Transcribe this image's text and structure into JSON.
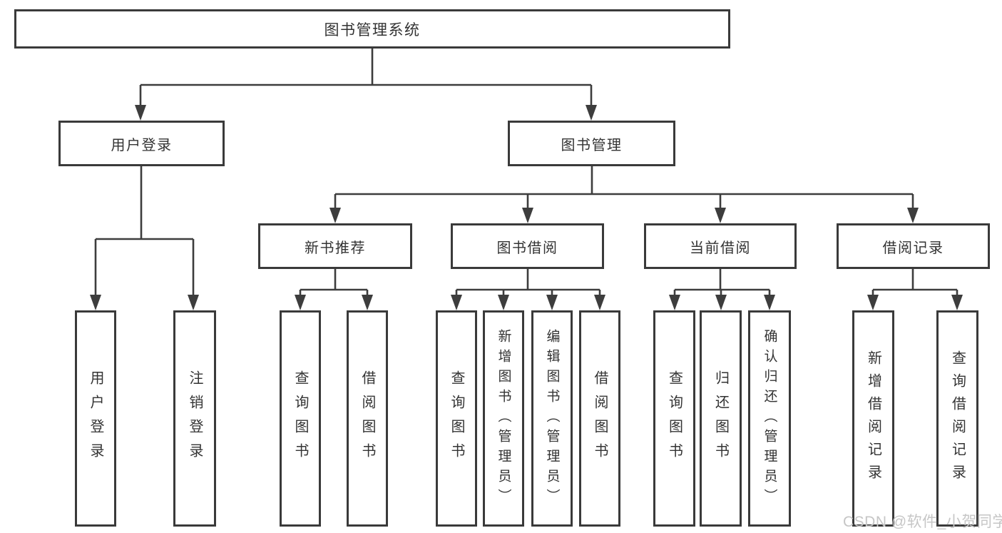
{
  "tree": {
    "root": {
      "label": "图书管理系统",
      "children": [
        {
          "label": "用户登录",
          "children": [
            {
              "label": "用户登录"
            },
            {
              "label": "注销登录"
            }
          ]
        },
        {
          "label": "图书管理",
          "children": [
            {
              "label": "新书推荐",
              "children": [
                {
                  "label": "查询图书"
                },
                {
                  "label": "借阅图书"
                }
              ]
            },
            {
              "label": "图书借阅",
              "children": [
                {
                  "label": "查询图书"
                },
                {
                  "label": "新增图书（管理员）"
                },
                {
                  "label": "编辑图书（管理员）"
                },
                {
                  "label": "借阅图书"
                }
              ]
            },
            {
              "label": "当前借阅",
              "children": [
                {
                  "label": "查询图书"
                },
                {
                  "label": "归还图书"
                },
                {
                  "label": "确认归还（管理员）"
                }
              ]
            },
            {
              "label": "借阅记录",
              "children": [
                {
                  "label": "新增借阅记录"
                },
                {
                  "label": "查询借阅记录"
                }
              ]
            }
          ]
        }
      ]
    }
  },
  "watermark": {
    "text": "CSDN @软件_小贺同学"
  },
  "colors": {
    "line": "#3d3d3d",
    "text": "#333333",
    "watermark": "#c6c6c6"
  }
}
